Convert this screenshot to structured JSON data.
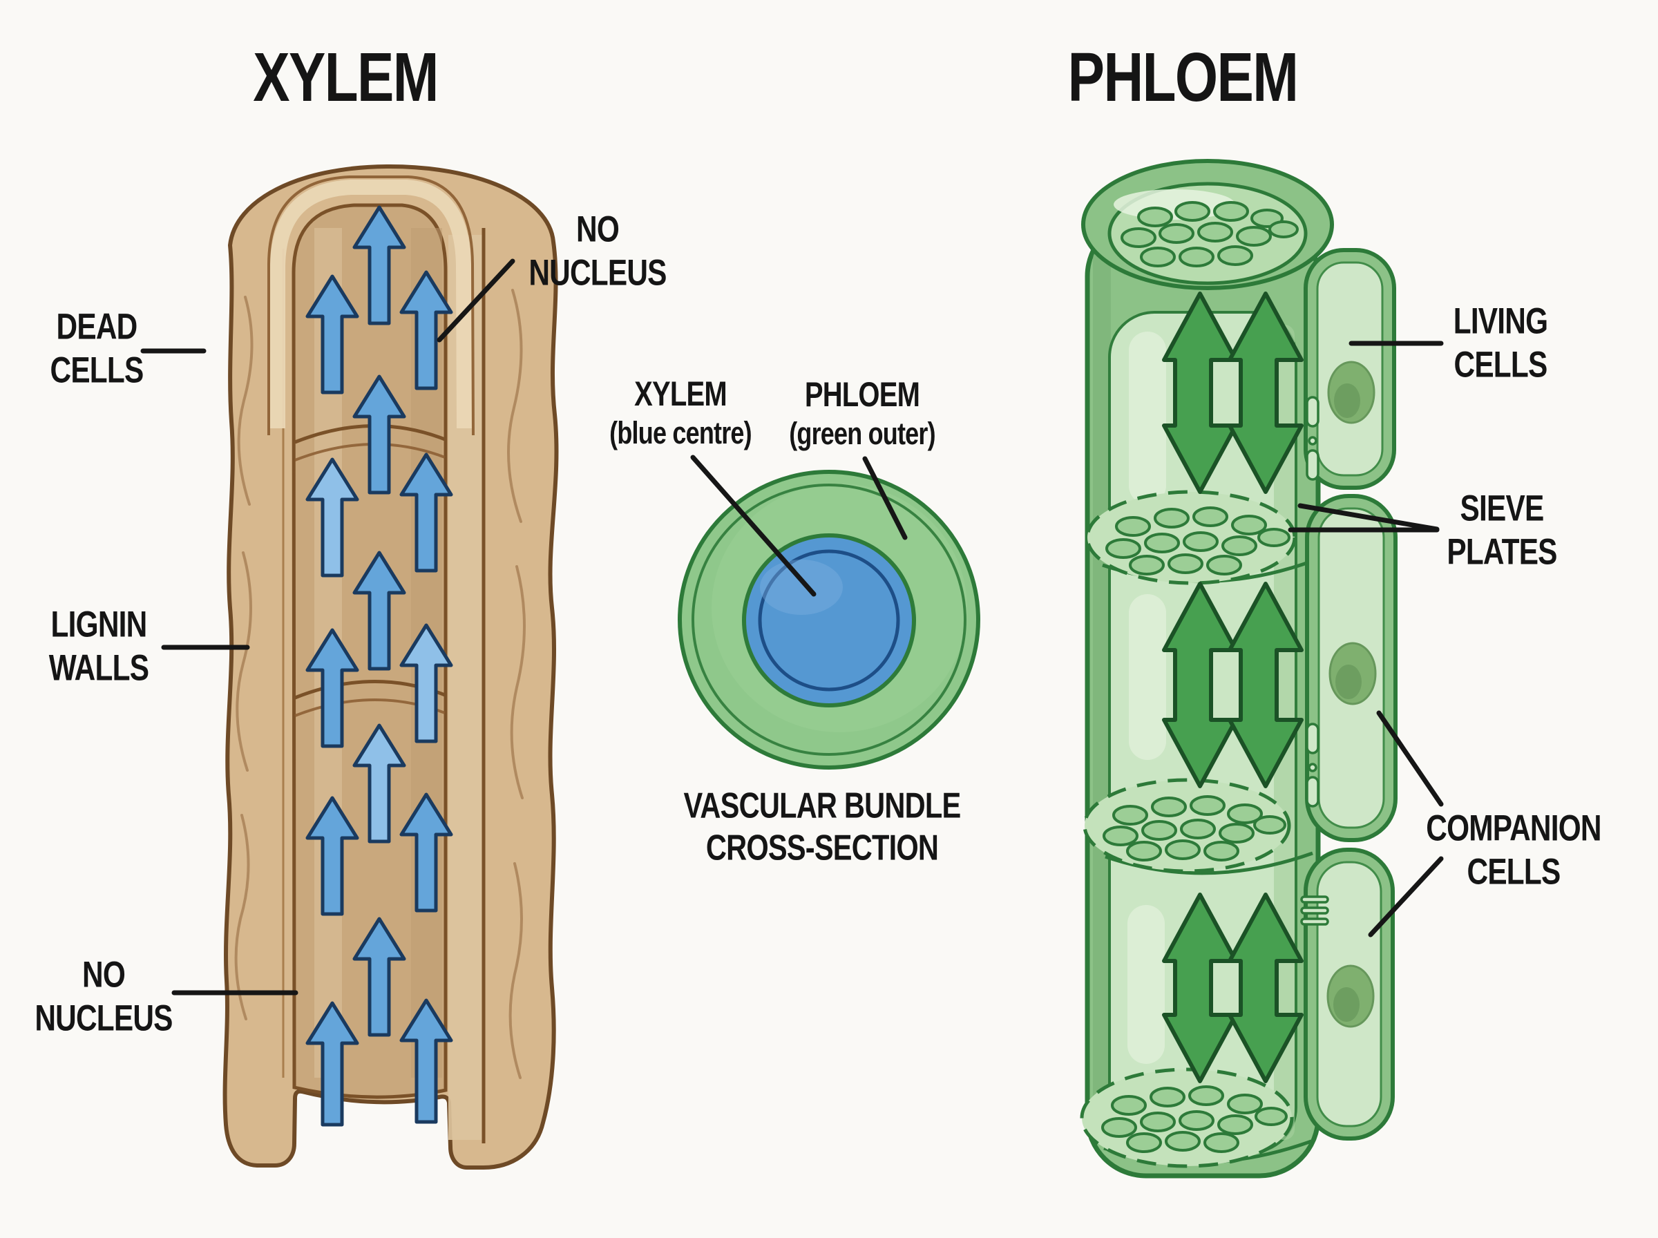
{
  "background": "#faf9f6",
  "ink": "#151515",
  "titles": {
    "xylem": "XYLEM",
    "phloem": "PHLOEM"
  },
  "xylem_panel": {
    "dead_cells": {
      "line1": "DEAD",
      "line2": "CELLS"
    },
    "no_nucleus_top": {
      "line1": "NO",
      "line2": "NUCLEUS"
    },
    "lignin_walls": {
      "line1": "LIGNIN",
      "line2": "WALLS"
    },
    "no_nucleus_bottom": {
      "line1": "NO",
      "line2": "NUCLEUS"
    },
    "colors": {
      "wall": "#d7b88e",
      "wall_outline": "#6e4a26",
      "channel": "#c9a87d",
      "arrow": "#64a5da",
      "arrow_light": "#8fc0e8",
      "arrow_outline": "#1a3a5f"
    }
  },
  "cross_section": {
    "xylem_label": {
      "line1": "XYLEM",
      "line2": "(blue centre)"
    },
    "phloem_label": {
      "line1": "PHLOEM",
      "line2": "(green outer)"
    },
    "caption": {
      "line1": "VASCULAR BUNDLE",
      "line2": "CROSS-SECTION"
    },
    "colors": {
      "outer": "#8fc88b",
      "outer_outline": "#2d7a39",
      "centre": "#5598d2",
      "centre_ring": "#1d4e87"
    }
  },
  "phloem_panel": {
    "living_cells": {
      "line1": "LIVING",
      "line2": "CELLS"
    },
    "sieve_plates": {
      "line1": "SIEVE",
      "line2": "PLATES"
    },
    "companion_cells": {
      "line1": "COMPANION",
      "line2": "CELLS"
    },
    "colors": {
      "body": "#8cc287",
      "outline": "#2d7a39",
      "inner": "#cfe8c8",
      "plate": "#b7dcae",
      "arrow": "#47a050",
      "arrow_outline": "#1b5226"
    }
  }
}
